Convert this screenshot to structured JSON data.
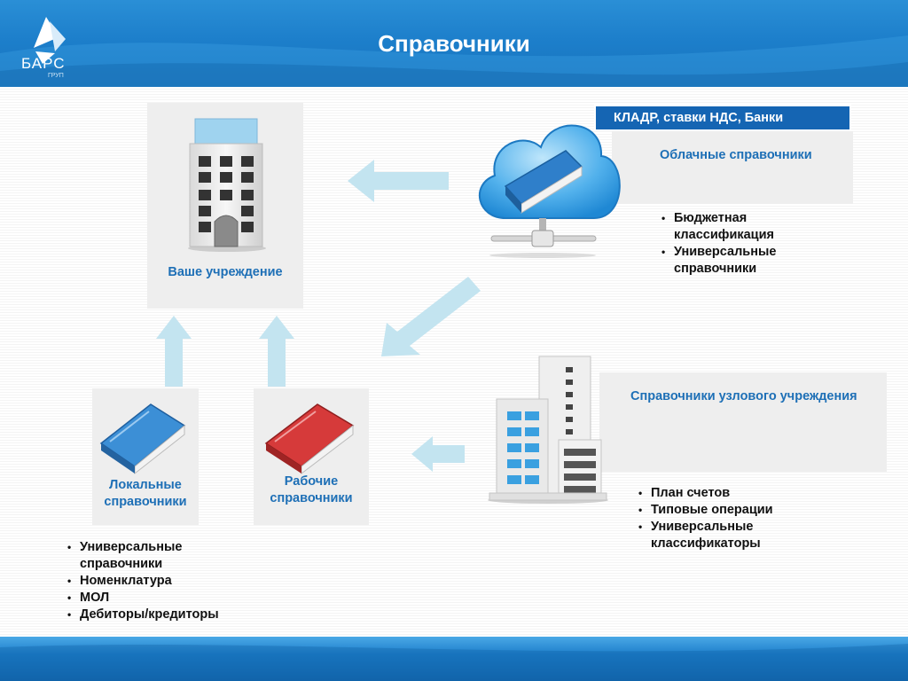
{
  "header": {
    "title": "Справочники",
    "logo_text": "БАРС",
    "logo_sub": "ГРУП"
  },
  "institution": {
    "label": "Ваше учреждение"
  },
  "cloud": {
    "banner": "КЛАДР, ставки НДС, Банки",
    "label": "Облачные справочники",
    "items": [
      "Бюджетная классификация",
      "Универсальные справочники"
    ]
  },
  "node": {
    "label": "Справочники узлового учреждения",
    "items": [
      "План счетов",
      "Типовые операции",
      "Универсальные классификаторы"
    ]
  },
  "local": {
    "label": "Локальные справочники",
    "items": [
      "Универсальные справочники",
      "Номенклатура",
      "МОЛ",
      "Дебиторы/кредиторы"
    ]
  },
  "working": {
    "label": "Рабочие справочники"
  },
  "colors": {
    "header_blue": "#1d7fcb",
    "label_blue": "#1d6fb6",
    "banner_blue": "#1565b3",
    "arrow": "#bfe3ee",
    "book_blue": "#3c8fd6",
    "book_red": "#d63a3a"
  }
}
